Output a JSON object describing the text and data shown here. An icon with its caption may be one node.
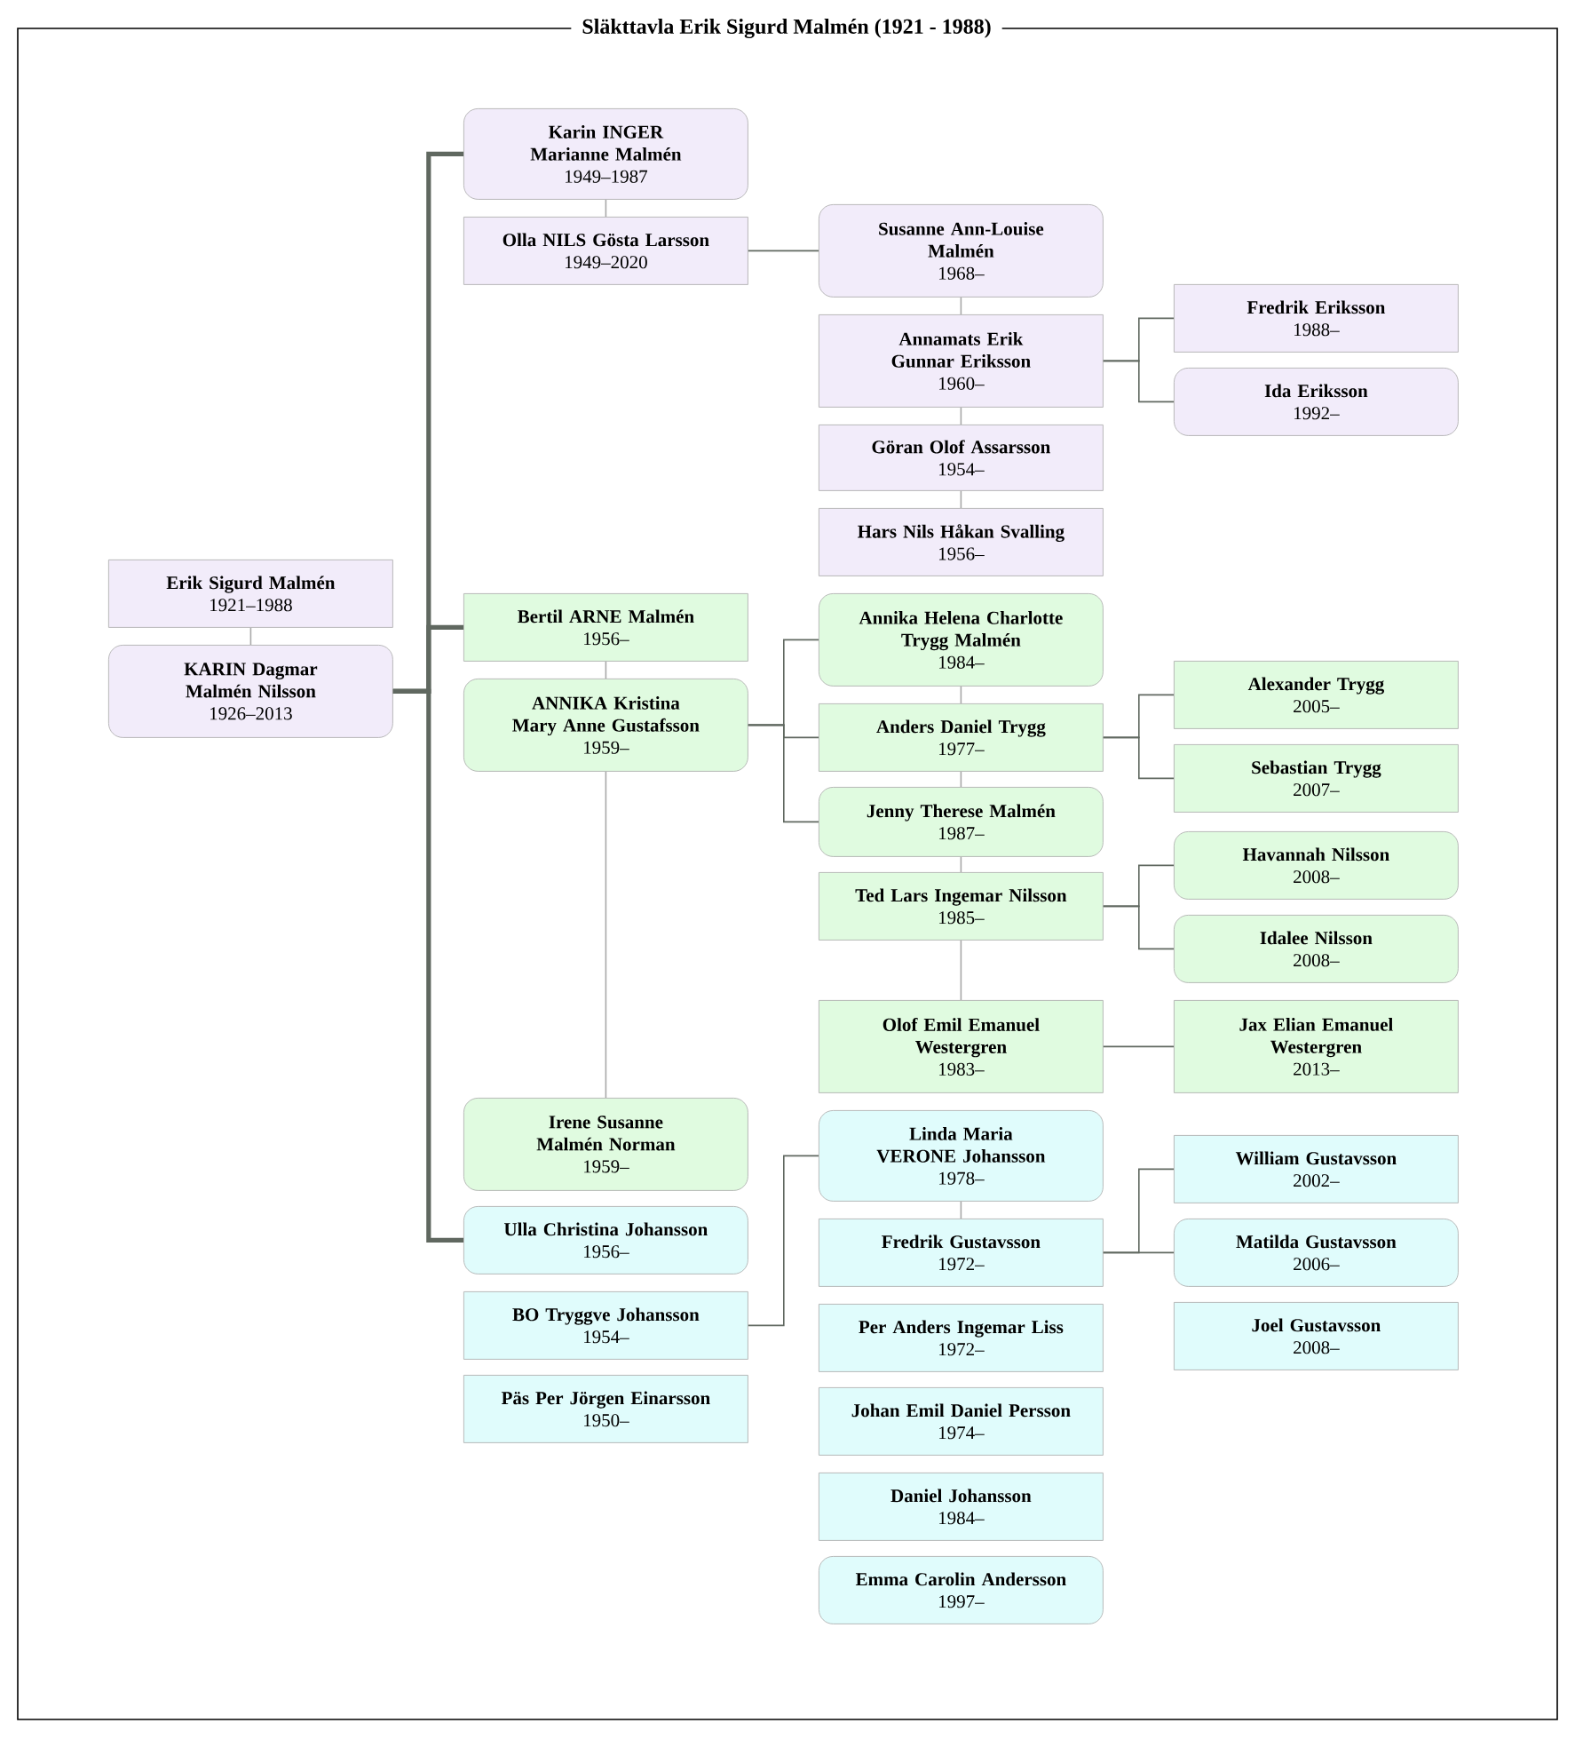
{
  "diagram": {
    "title": "Släkttavla Erik Sigurd Malmén (1921 - 1988)",
    "nodes": [
      {
        "text": [
          "Erik Sigurd Malmén",
          "1921–1988"
        ]
      },
      {
        "text": [
          "KARIN Dagmar Malmén Nilsson",
          "1926–2013"
        ]
      },
      {
        "text": [
          "Karin INGER Marianne Malmén",
          "1949–1987"
        ]
      },
      {
        "text": [
          "Olla NILS Gösta Larsson",
          "1949–2020"
        ]
      },
      {
        "text": [
          "Susanne Ann-Louise Malmén",
          "1968–"
        ]
      },
      {
        "text": [
          "Annamats Erik Gunnar Eriksson",
          "1960–"
        ]
      },
      {
        "text": [
          "Fredrik Eriksson",
          "1988–"
        ]
      },
      {
        "text": [
          "Ida Eriksson",
          "1992–"
        ]
      },
      {
        "text": [
          "Göran Olof Assarsson",
          "1954–"
        ]
      },
      {
        "text": [
          "Hars Nils Håkan Svalling",
          "1956–"
        ]
      },
      {
        "text": [
          "Bertil ARNE Malmén",
          "1956–"
        ]
      },
      {
        "text": [
          "ANNIKA Kristina Mary Anne Gustafsson",
          "1959–"
        ]
      },
      {
        "text": [
          "Annika Helena Charlotte Trygg Malmén",
          "1984–"
        ]
      },
      {
        "text": [
          "Anders Daniel Trygg",
          "1977–"
        ]
      },
      {
        "text": [
          "Alexander Trygg",
          "2005–"
        ]
      },
      {
        "text": [
          "Sebastian Trygg",
          "2007–"
        ]
      },
      {
        "text": [
          "Jenny Therese Malmén",
          "1987–"
        ]
      },
      {
        "text": [
          "Ted Lars Ingemar Nilsson",
          "1985–"
        ]
      },
      {
        "text": [
          "Havannah Nilsson",
          "2008–"
        ]
      },
      {
        "text": [
          "Idalee Nilsson",
          "2008–"
        ]
      },
      {
        "text": [
          "Olof Emil Emanuel Westergren",
          "1983–"
        ]
      },
      {
        "text": [
          "Jax Elian Emanuel Westergren",
          "2013–"
        ]
      },
      {
        "text": [
          "Irene Susanne Malmén Norman",
          "1959–"
        ]
      },
      {
        "text": [
          "Ulla Christina Johansson",
          "1956–"
        ]
      },
      {
        "text": [
          "BO Tryggve Johansson",
          "1954–"
        ]
      },
      {
        "text": [
          "Päs Per Jörgen Einarsson",
          "1950–"
        ]
      },
      {
        "text": [
          "Linda Maria VERONE Johansson",
          "1978–"
        ]
      },
      {
        "text": [
          "Fredrik Gustavsson",
          "1972–"
        ]
      },
      {
        "text": [
          "William Gustavsson",
          "2002–"
        ]
      },
      {
        "text": [
          "Matilda Gustavsson",
          "2006–"
        ]
      },
      {
        "text": [
          "Joel Gustavsson",
          "2008–"
        ]
      },
      {
        "text": [
          "Per Anders Ingemar Liss",
          "1972–"
        ]
      },
      {
        "text": [
          "Johan Emil Daniel Persson",
          "1974–"
        ]
      },
      {
        "text": [
          "Daniel Johansson",
          "1984–"
        ]
      },
      {
        "text": [
          "Emma Carolin Andersson",
          "1997–"
        ]
      }
    ],
    "edges": [
      {
        "from": 0,
        "to": 1,
        "arrow": "none",
        "color": "#a8a8a8"
      },
      {
        "from": 1,
        "to": 2,
        "arrow": "none",
        "style": "thick"
      },
      {
        "from": 1,
        "to": 10,
        "arrow": "none",
        "style": "thick"
      },
      {
        "from": 1,
        "to": 23,
        "arrow": "none",
        "style": "thick"
      },
      {
        "from": 2,
        "to": 3,
        "arrow": "none",
        "color": "#a8a8a8"
      },
      {
        "from": 3,
        "to": 4,
        "arrow": "none"
      },
      {
        "from": 4,
        "to": 5,
        "arrow": "none",
        "color": "#a8a8a8"
      },
      {
        "from": 5,
        "to": 6,
        "arrow": "none"
      },
      {
        "from": 5,
        "to": 7,
        "arrow": "none"
      },
      {
        "from": 5,
        "to": 8,
        "arrow": "none",
        "color": "#a8a8a8"
      },
      {
        "from": 8,
        "to": 9,
        "arrow": "none",
        "color": "#a8a8a8"
      },
      {
        "from": 10,
        "to": 11,
        "arrow": "none",
        "color": "#a8a8a8"
      },
      {
        "from": 11,
        "to": 12,
        "arrow": "none"
      },
      {
        "from": 11,
        "to": 13,
        "arrow": "none"
      },
      {
        "from": 11,
        "to": 16,
        "arrow": "none"
      },
      {
        "from": 12,
        "to": 13,
        "arrow": "none",
        "color": "#a8a8a8"
      },
      {
        "from": 13,
        "to": 14,
        "arrow": "none"
      },
      {
        "from": 13,
        "to": 15,
        "arrow": "none"
      },
      {
        "from": 13,
        "to": 16,
        "arrow": "none",
        "color": "#a8a8a8"
      },
      {
        "from": 16,
        "to": 17,
        "arrow": "none",
        "color": "#a8a8a8"
      },
      {
        "from": 17,
        "to": 18,
        "arrow": "none"
      },
      {
        "from": 17,
        "to": 19,
        "arrow": "none"
      },
      {
        "from": 17,
        "to": 20,
        "arrow": "none",
        "color": "#a8a8a8"
      },
      {
        "from": 20,
        "to": 21,
        "arrow": "none"
      },
      {
        "from": 11,
        "to": 22,
        "arrow": "none",
        "color": "#a8a8a8"
      },
      {
        "from": 24,
        "to": 26,
        "arrow": "none"
      },
      {
        "from": 26,
        "to": 27,
        "arrow": "none",
        "color": "#a8a8a8"
      },
      {
        "from": 27,
        "to": 28,
        "arrow": "none"
      },
      {
        "from": 27,
        "to": 29,
        "arrow": "none"
      }
    ]
  }
}
